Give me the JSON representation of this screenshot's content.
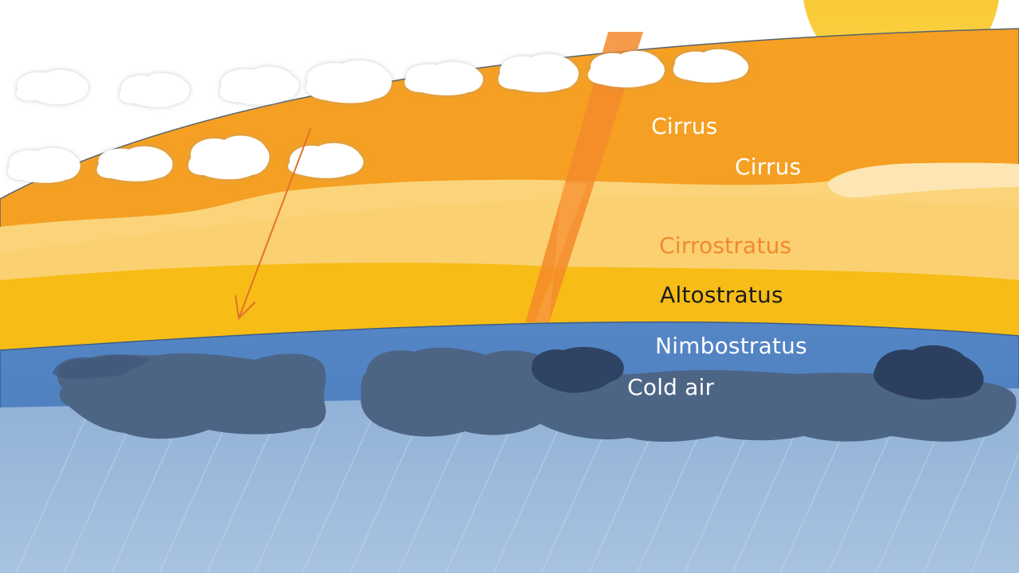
{
  "labels": {
    "cirrus_1": "Cirrus",
    "cirrus_2": "Cirrus",
    "cirrostratus": "Cirrostratus",
    "altostratus": "Altostratus",
    "nimbostratus": "Nimbostratus",
    "cold_air": "Cold air"
  },
  "colors": {
    "warm_air": "#f5a023",
    "cirrostratus_band": "#fbd47a",
    "altostratus_band": "#f7bd16",
    "nimbostratus_band": "#4f7fbf",
    "cold_air": "#9dbbdc",
    "rain_cloud": "#4d6585",
    "sun": "#f9c42a",
    "arrow": "#e3702a"
  }
}
